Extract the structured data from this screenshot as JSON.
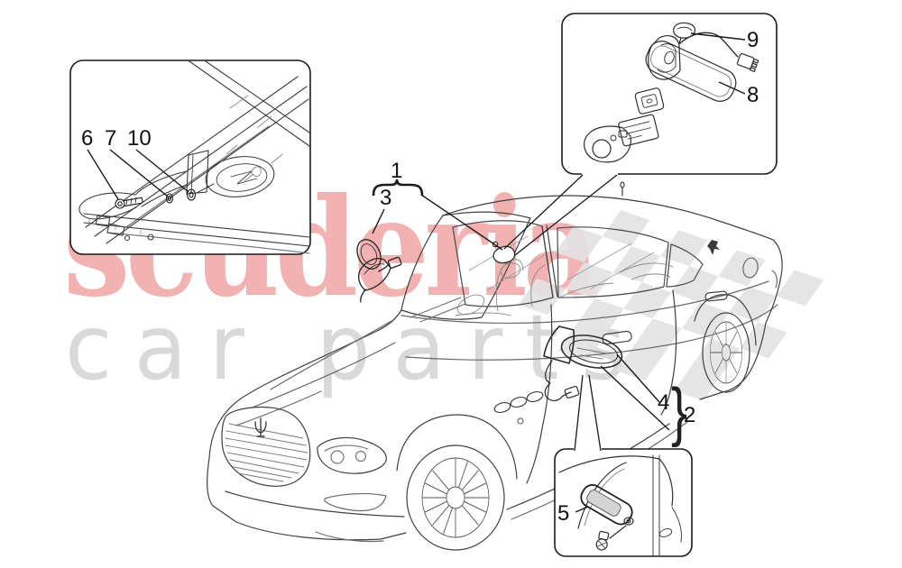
{
  "watermark": {
    "brand": "scuderia",
    "subtext": "car parts",
    "brand_color": "#f3b2b2",
    "subtext_color": "#d9d9d9",
    "flag_color": "#e3e3e3"
  },
  "callouts": {
    "c1": "1",
    "c2": "2",
    "c3": "3",
    "c4": "4",
    "c5": "5",
    "c6": "6",
    "c7": "7",
    "c8": "8",
    "c9": "9",
    "c10": "10",
    "group_brace": "}"
  }
}
